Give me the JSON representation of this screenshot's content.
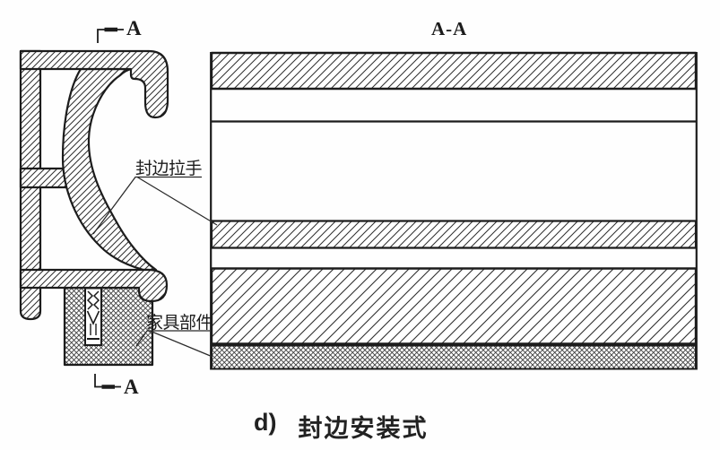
{
  "figure": {
    "section_title": "A-A",
    "cut_markers": {
      "top": "A",
      "bottom": "A"
    },
    "labels": {
      "edge_handle": "封边拉手",
      "furniture_part": "家具部件"
    },
    "caption": {
      "index": "d)",
      "title": "封边安装式"
    },
    "colors": {
      "line": "#1c1c1c",
      "paper": "#ffffff"
    }
  }
}
